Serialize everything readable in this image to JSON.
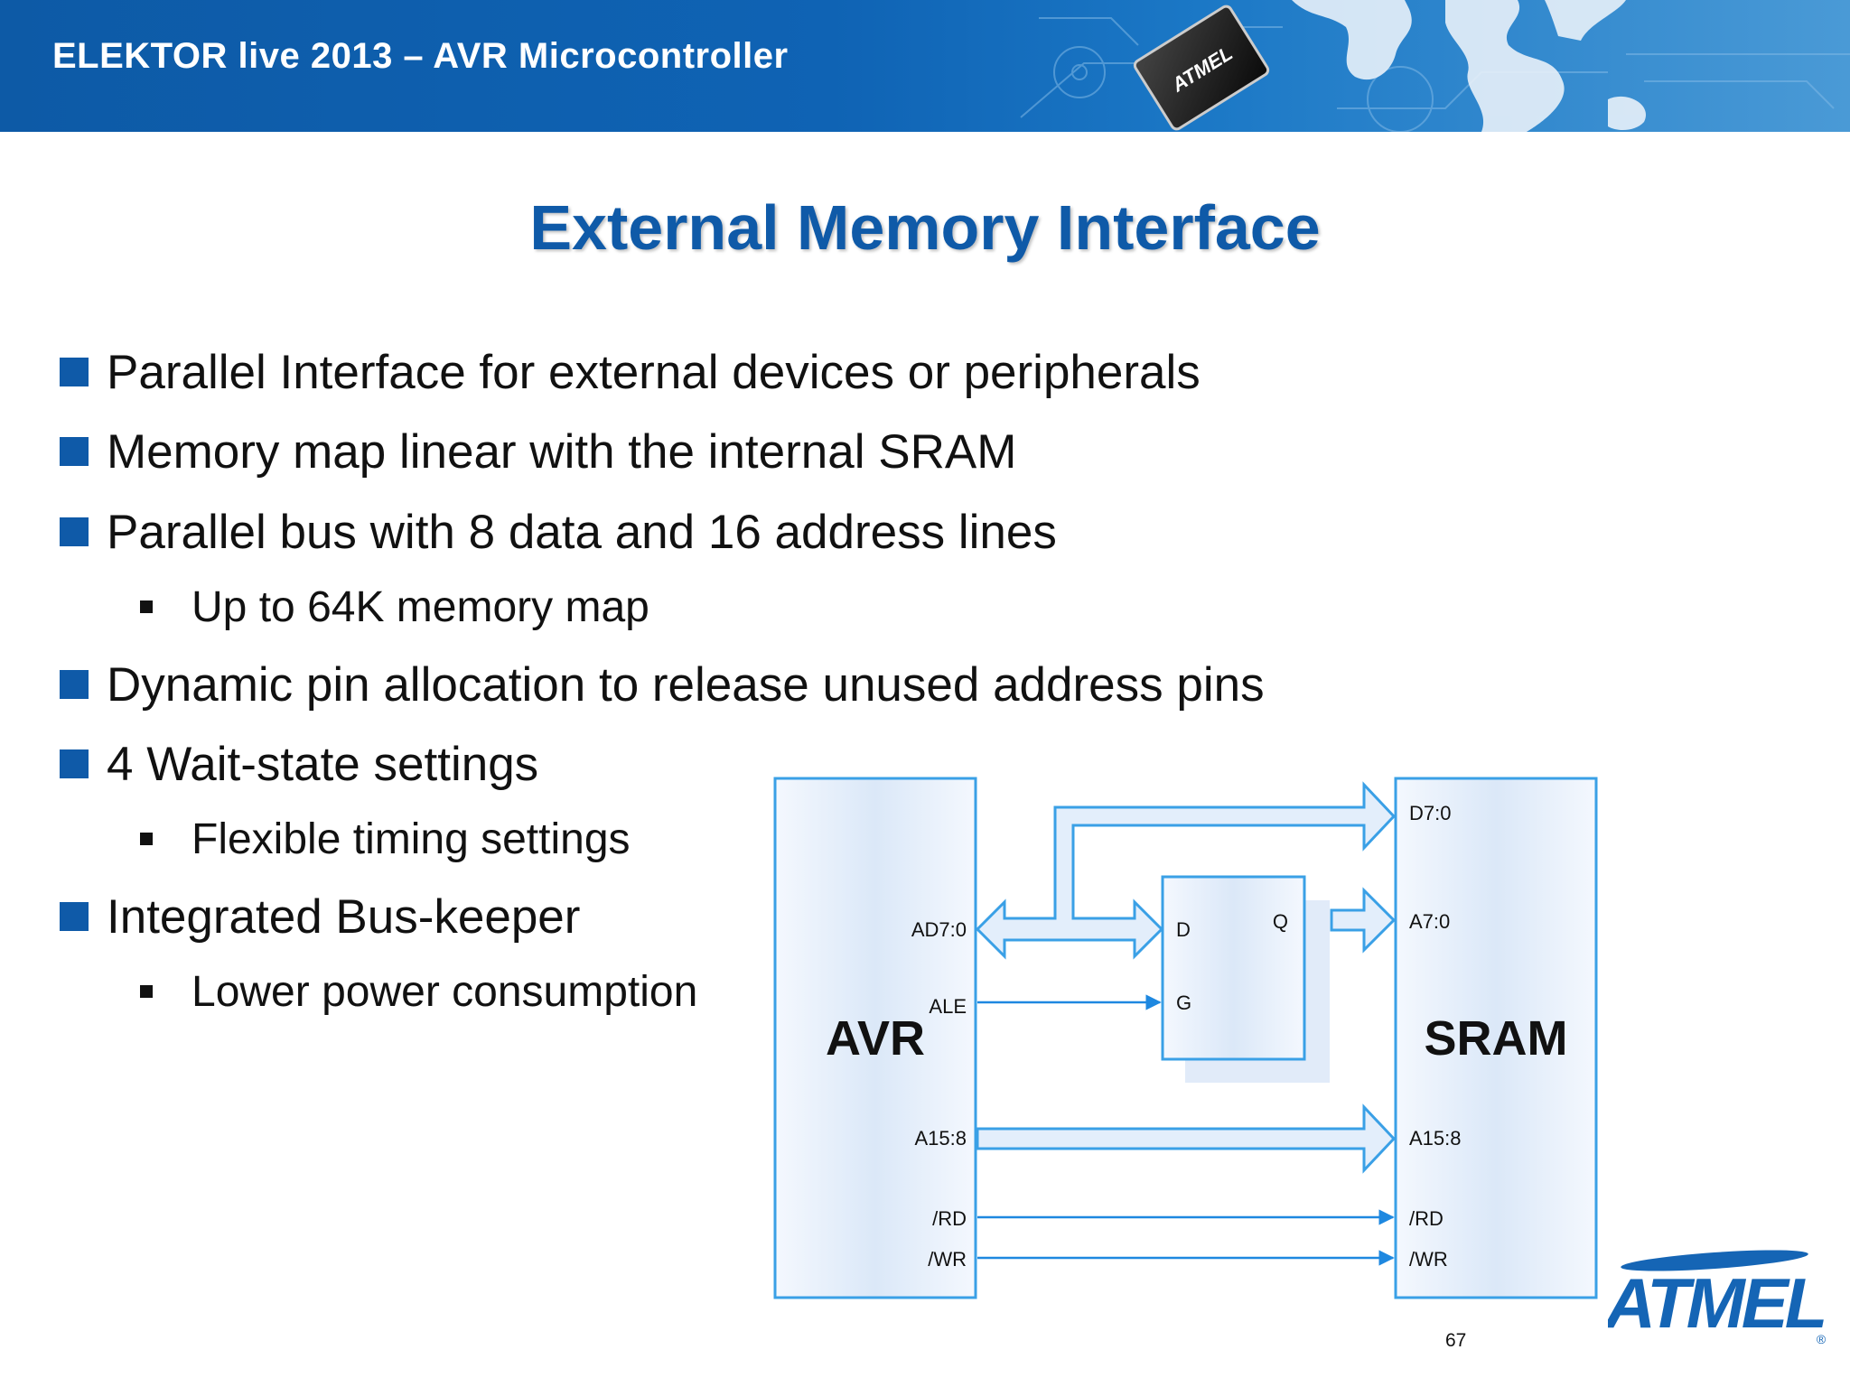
{
  "header": {
    "title": "ELEKTOR live 2013 – AVR Microcontroller",
    "chip_label": "ATMEL"
  },
  "slide": {
    "title": "External Memory Interface",
    "bullets": [
      {
        "level": 1,
        "text": "Parallel Interface for external devices or peripherals"
      },
      {
        "level": 1,
        "text": "Memory map linear with the internal SRAM"
      },
      {
        "level": 1,
        "text": "Parallel bus with 8 data and 16 address lines"
      },
      {
        "level": 2,
        "text": "Up to 64K memory map"
      },
      {
        "level": 1,
        "text": "Dynamic pin allocation to release unused address pins"
      },
      {
        "level": 1,
        "text": "4 Wait-state settings"
      },
      {
        "level": 2,
        "text": "Flexible timing settings"
      },
      {
        "level": 1,
        "text": "Integrated Bus-keeper"
      },
      {
        "level": 2,
        "text": "Lower power consumption"
      }
    ]
  },
  "diagram": {
    "avr": {
      "name": "AVR",
      "pins": {
        "ad": "AD7:0",
        "ale": "ALE",
        "ahigh": "A15:8",
        "rd": "/RD",
        "wr": "/WR"
      }
    },
    "latch": {
      "pin_d": "D",
      "pin_q": "Q",
      "pin_g": "G"
    },
    "sram": {
      "name": "SRAM",
      "pins": {
        "d": "D7:0",
        "alow": "A7:0",
        "ahigh": "A15:8",
        "rd": "/RD",
        "wr": "/WR"
      }
    },
    "colors": {
      "stroke": "#3aa0e6",
      "fill": "#e3eefb",
      "arrow_head": "#1e88e0"
    }
  },
  "footer": {
    "page_number": "67",
    "logo_text": "ATMEL",
    "logo_reg": "®"
  },
  "theme": {
    "brand_blue": "#0f5aa8"
  }
}
